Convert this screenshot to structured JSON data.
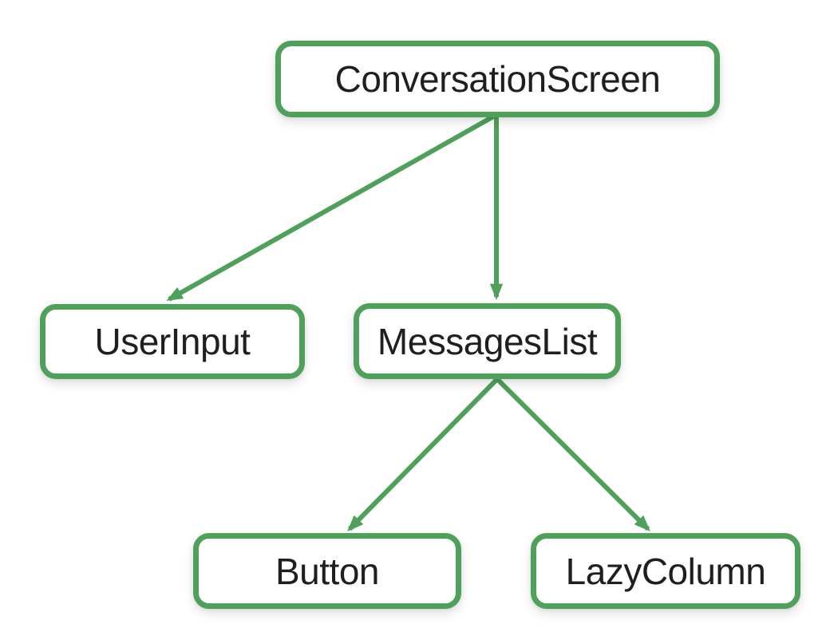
{
  "diagram": {
    "type": "tree",
    "colors": {
      "node_border": "#4FA05A",
      "arrow": "#4FA05A",
      "node_bg": "#FFFFFF",
      "text": "#1F1F1F",
      "canvas_bg": "#FFFFFF"
    },
    "nodes": [
      {
        "id": "conversation-screen",
        "label": "ConversationScreen",
        "level": 0
      },
      {
        "id": "user-input",
        "label": "UserInput",
        "level": 1
      },
      {
        "id": "messages-list",
        "label": "MessagesList",
        "level": 1
      },
      {
        "id": "button",
        "label": "Button",
        "level": 2
      },
      {
        "id": "lazy-column",
        "label": "LazyColumn",
        "level": 2
      }
    ],
    "edges": [
      {
        "from": "ConversationScreen",
        "to": "UserInput"
      },
      {
        "from": "ConversationScreen",
        "to": "MessagesList"
      },
      {
        "from": "MessagesList",
        "to": "Button"
      },
      {
        "from": "MessagesList",
        "to": "LazyColumn"
      }
    ]
  }
}
